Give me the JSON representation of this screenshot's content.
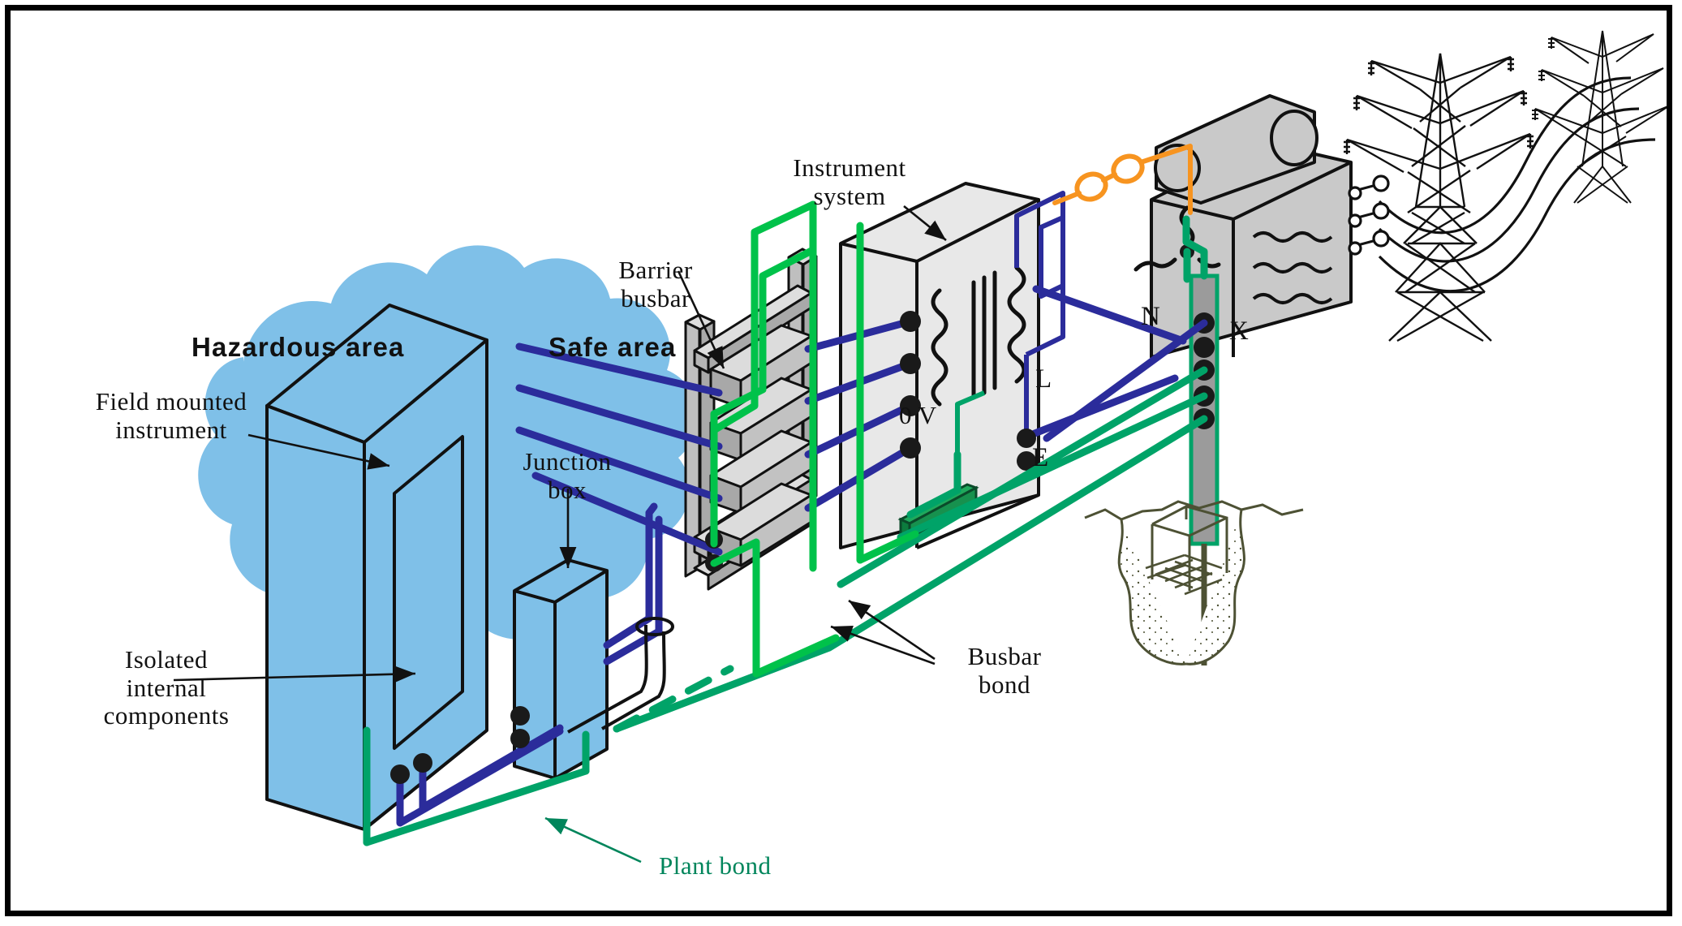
{
  "figure": {
    "title_visible": false,
    "type": "isometric-technical-diagram",
    "subject": "Intrinsically safe instrument earthing and bonding arrangement",
    "border_color": "#000000",
    "background": "#ffffff"
  },
  "palette": {
    "hazard_cloud": "#7FC0E8",
    "signal_wire_blue": "#2B2C9B",
    "earth_green": "#00A368",
    "bond_green_bright": "#00C24A",
    "plant_bond_text": "#00855B",
    "hv_orange": "#F79420",
    "metal_grey": "#C9C9C9",
    "metal_grey_light": "#E3E3E3",
    "soil_olive": "#4D5134",
    "outline_black": "#111111",
    "terminal_dot": "#1A1A1A"
  },
  "labels": {
    "hazardous_area": "Hazardous area",
    "safe_area": "Safe area",
    "field_mounted_instrument": "Field mounted\ninstrument",
    "isolated_internal_components": "Isolated\ninternal\ncomponents",
    "junction_box": "Junction\nbox",
    "barrier_busbar": "Barrier\nbusbar",
    "instrument_system": "Instrument\nsystem",
    "busbar_bond": "Busbar\nbond",
    "plant_bond": "Plant bond",
    "zero_volt": "0 V",
    "neutral": "N",
    "line": "L",
    "earth": "E",
    "electrode": "X"
  },
  "components": [
    {
      "name": "field-mounted-instrument",
      "area": "hazardous",
      "terminals": 2
    },
    {
      "name": "junction-box",
      "area": "hazardous",
      "terminals": 2
    },
    {
      "name": "barrier-busbar-rack",
      "area": "safe",
      "barrier_modules": 4
    },
    {
      "name": "instrument-system-cabinet",
      "area": "safe",
      "terminals": 4
    },
    {
      "name": "supply-transformer",
      "area": "safe"
    },
    {
      "name": "earth-electrode-busbar",
      "area": "safe",
      "tap_points": 5
    },
    {
      "name": "buried-earth-grid",
      "area": "ground"
    },
    {
      "name": "transmission-pylons",
      "count": 2
    }
  ],
  "conductor_legend": [
    {
      "name": "instrument-signal-wiring",
      "color": "#2B2C9B",
      "style": "solid"
    },
    {
      "name": "earth-bonding-conductor",
      "color": "#00A368",
      "style": "solid"
    },
    {
      "name": "barrier-earth-bond",
      "color": "#00C24A",
      "style": "solid"
    },
    {
      "name": "optional-plant-bond",
      "color": "#00A368",
      "style": "dashed"
    },
    {
      "name": "hv-supply-line",
      "color": "#F79420",
      "style": "solid"
    }
  ]
}
